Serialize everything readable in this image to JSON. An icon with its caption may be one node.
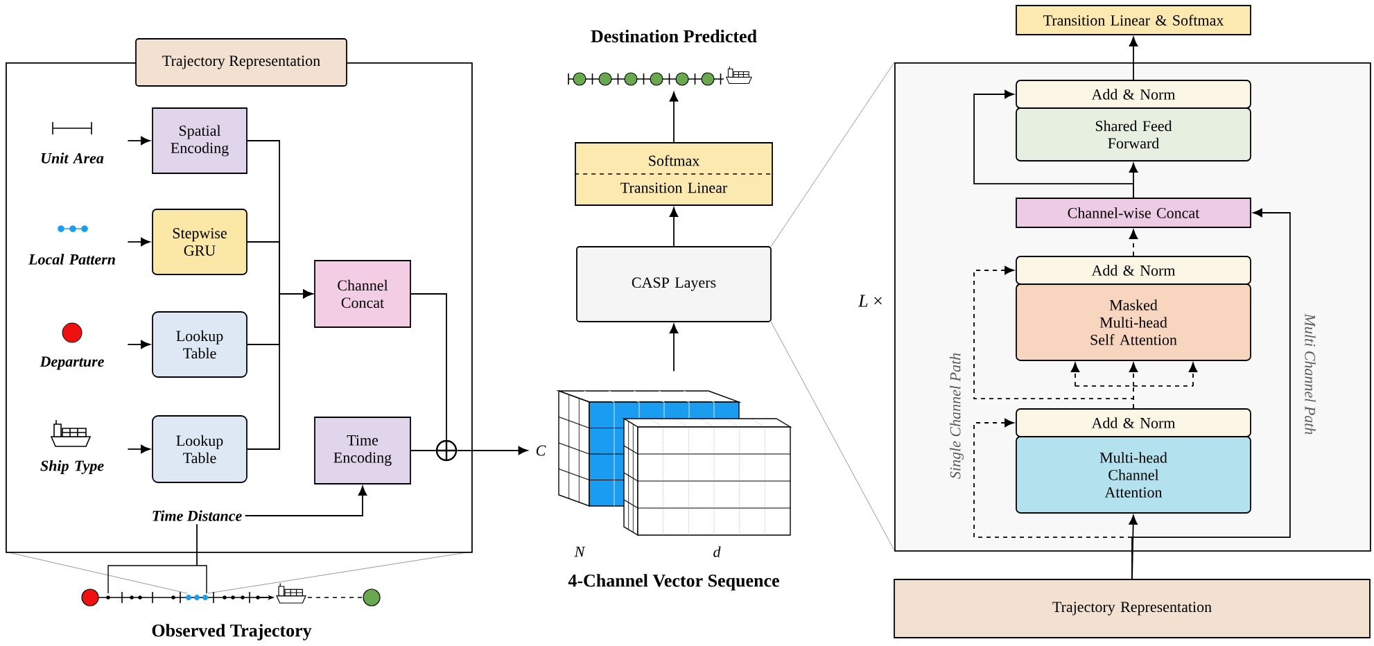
{
  "diagram": {
    "nodes": [
      {
        "text": [
          "Trajectory Representation"
        ]
      },
      {
        "text": [
          "Unit Area"
        ],
        "in": 0
      },
      {
        "text": [
          "Spatial Encoding"
        ],
        "in": 0
      },
      {
        "text": [
          "Local Pattern"
        ],
        "in": 0
      },
      {
        "text": [
          "Stepwise GRU"
        ],
        "in": 0
      },
      {
        "text": [
          "Departure"
        ],
        "in": 0
      },
      {
        "text": [
          "Lookup Table"
        ],
        "in": 0
      },
      {
        "text": [
          "Channel Concat"
        ],
        "in": 0
      },
      {
        "text": [
          "Ship Type"
        ],
        "in": 0
      },
      {
        "text": [
          "Lookup Table"
        ],
        "in": 0
      },
      {
        "text": [
          "Time Encoding"
        ],
        "in": 0
      },
      {
        "text": [
          "Time Distance"
        ],
        "in": 0
      },
      {
        "text": [],
        "shape": "circle",
        "in": 0
      },
      {
        "text": [],
        "shape": "picture",
        "beside": [
          "Observed Trajectory"
        ]
      },
      {
        "text": [],
        "shape": "picture",
        "beside": [
          "Destination Predicted"
        ]
      },
      {
        "text": [
          "Softmax",
          "Transition Linear"
        ]
      },
      {
        "text": [
          "CASP Layers"
        ]
      },
      {
        "text": [],
        "shape": "picture",
        "beside": [
          "C",
          "N",
          "d",
          "4-Channel Vector Sequence"
        ]
      },
      {
        "text": [
          "Transition Linear & Softmax"
        ]
      },
      {
        "text": [],
        "shape": "box",
        "beside": [
          "*L* ×"
        ]
      },
      {
        "text": [
          "Add & Norm"
        ],
        "in": 19
      },
      {
        "text": [
          "Shared Feed Forward"
        ],
        "in": 19
      },
      {
        "text": [
          "Channel-wise Concat"
        ],
        "in": 19
      },
      {
        "text": [
          "Add & Norm"
        ],
        "in": 19
      },
      {
        "text": [
          "Masked Multi-head Self Attention"
        ],
        "in": 19
      },
      {
        "text": [
          "Add & Norm"
        ],
        "in": 19
      },
      {
        "text": [
          "Multi-head Channel Attention"
        ],
        "in": 19
      },
      {
        "text": [
          "Trajectory Representation"
        ]
      }
    ],
    "edges": [
      {
        "from": 1,
        "to": 2,
        "arrow": "to"
      },
      {
        "from": 3,
        "to": 4,
        "arrow": "to"
      },
      {
        "from": 5,
        "to": 6,
        "arrow": "to"
      },
      {
        "from": 8,
        "to": 9,
        "arrow": "to"
      },
      {
        "from": 2,
        "to": 7,
        "arrow": "to"
      },
      {
        "from": 4,
        "to": 7,
        "arrow": "to"
      },
      {
        "from": 6,
        "to": 7,
        "arrow": "to"
      },
      {
        "from": 9,
        "to": 7,
        "arrow": "to"
      },
      {
        "from": 7,
        "to": 12,
        "arrow": "none"
      },
      {
        "from": 10,
        "to": 12,
        "arrow": "none"
      },
      {
        "from": 11,
        "to": 10,
        "arrow": "to"
      },
      {
        "from": 11,
        "to": 13,
        "arrow": "none"
      },
      {
        "from": 12,
        "to": 17,
        "arrow": "to"
      },
      {
        "from": 17,
        "to": 16,
        "arrow": "to"
      },
      {
        "from": 16,
        "to": 15,
        "arrow": "to"
      },
      {
        "from": 15,
        "to": 14,
        "arrow": "to"
      },
      {
        "from": 27,
        "to": 26,
        "arrow": "to"
      },
      {
        "from": 27,
        "to": 25,
        "arrow": "to",
        "style": "dashed"
      },
      {
        "from": 27,
        "to": 22,
        "arrow": "to"
      },
      {
        "from": 25,
        "to": 24,
        "arrow": "to",
        "style": "dashed"
      },
      {
        "from": 25,
        "to": 23,
        "arrow": "to",
        "style": "dashed"
      },
      {
        "from": 23,
        "to": 22,
        "arrow": "to",
        "style": "dashed"
      },
      {
        "from": 22,
        "to": 21,
        "arrow": "to"
      },
      {
        "from": 22,
        "to": 20,
        "arrow": "to"
      },
      {
        "from": 20,
        "to": 18,
        "arrow": "to"
      }
    ],
    "labels": [
      "Single Channel Path",
      "Multi Channel Path"
    ]
  }
}
